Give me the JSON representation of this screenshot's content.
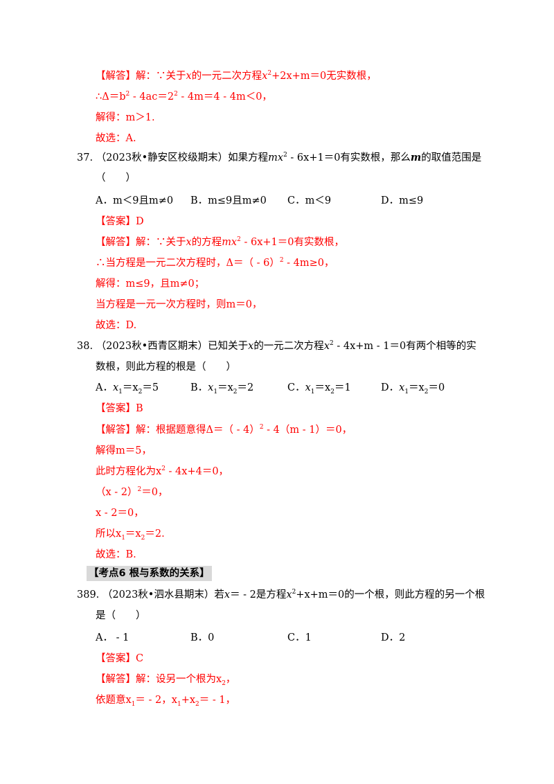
{
  "q36_solution": {
    "line1_prefix": "【解答】解：∵关于",
    "line1_var": "x",
    "line1_mid": "的一元二次方程",
    "line1_eq": "x",
    "line1_eq_sup": "2",
    "line1_eq_rest": "+2x+m＝0无实数根，",
    "line2_a": "∴Δ＝b",
    "line2_sup1": "2",
    "line2_b": " - 4ac＝2",
    "line2_sup2": "2",
    "line2_c": " - 4m＝4 - 4m＜0，",
    "line3": "解得：m＞1.",
    "line4": "故选：A."
  },
  "q37": {
    "number": "37.",
    "stem_a": "（2023秋•静安区校级期末）如果方程",
    "stem_eq": "mx",
    "stem_sup": "2",
    "stem_b": " - 6x+1＝0有实数根，那么",
    "stem_var": "m",
    "stem_c": "的取值范围是",
    "stem_paren": "（　　）",
    "options": [
      "A．m＜9且m≠0",
      "B．m≤9且m≠0",
      "C．m＜9",
      "D．m≤9"
    ],
    "answer": "【答案】D",
    "sol1_a": "【解答】解：∵关于",
    "sol1_var": "x",
    "sol1_b": "的方程",
    "sol1_eq": "mx",
    "sol1_sup": "2",
    "sol1_c": " - 6x+1＝0有实数根，",
    "sol2_a": "∴当方程是一元二次方程时，Δ＝（ - 6）",
    "sol2_sup": "2",
    "sol2_b": " - 4m≥0，",
    "sol3": "解得：m≤9，且m≠0；",
    "sol4": "当方程是一元一次方程时，则m＝0，",
    "sol5": "故选：D."
  },
  "q38": {
    "number": "38.",
    "stem_a": "（2023秋•西青区期末）已知关于",
    "stem_var": "x",
    "stem_b": "的一元二次方程",
    "stem_eq": "x",
    "stem_sup": "2",
    "stem_c": " - 4x+m - 1＝0有两个相等的实",
    "stem_line2": "数根，则此方程的根是（　　）",
    "options": [
      {
        "label": "A．",
        "x1": "x",
        "s1": "1",
        "mid": "＝x",
        "s2": "2",
        "val": "＝5"
      },
      {
        "label": "B．",
        "x1": "x",
        "s1": "1",
        "mid": "＝x",
        "s2": "2",
        "val": "＝2"
      },
      {
        "label": "C．",
        "x1": "x",
        "s1": "1",
        "mid": "＝x",
        "s2": "2",
        "val": "＝1"
      },
      {
        "label": "D．",
        "x1": "x",
        "s1": "1",
        "mid": "＝x",
        "s2": "2",
        "val": "＝0"
      }
    ],
    "answer": "【答案】B",
    "sol1_a": "【解答】解：根据题意得Δ＝（ - 4）",
    "sol1_sup": "2",
    "sol1_b": " - 4（m - 1）＝0，",
    "sol2": "解得m＝5，",
    "sol3_a": "此时方程化为x",
    "sol3_sup": "2",
    "sol3_b": " - 4x+4＝0，",
    "sol4_a": "（x - 2）",
    "sol4_sup": "2",
    "sol4_b": "＝0，",
    "sol5": "x - 2＝0，",
    "sol6_a": "所以x",
    "sol6_s1": "1",
    "sol6_b": "＝x",
    "sol6_s2": "2",
    "sol6_c": "＝2.",
    "sol7": "故选：B."
  },
  "section": {
    "label": "【考点6  根与系数的关系】"
  },
  "q389": {
    "number": "389.",
    "stem_a": "（2023秋•泗水县期末）若",
    "stem_var": "x",
    "stem_b": "＝ - 2是方程",
    "stem_eq": "x",
    "stem_sup": "2",
    "stem_c": "+x+m＝0的一个根，则此方程的另一个根",
    "stem_line2": "是（　　）",
    "options": [
      "A． - 1",
      "B．0",
      "C．1",
      "D．2"
    ],
    "answer": "【答案】C",
    "sol1_a": "【解答】解：设另一个根为x",
    "sol1_sub": "2",
    "sol1_b": "，",
    "sol2_a": "依题意x",
    "sol2_s1": "1",
    "sol2_b": "＝ - 2，x",
    "sol2_s2": "1",
    "sol2_c": "+x",
    "sol2_s3": "2",
    "sol2_d": "＝ - 1，"
  }
}
